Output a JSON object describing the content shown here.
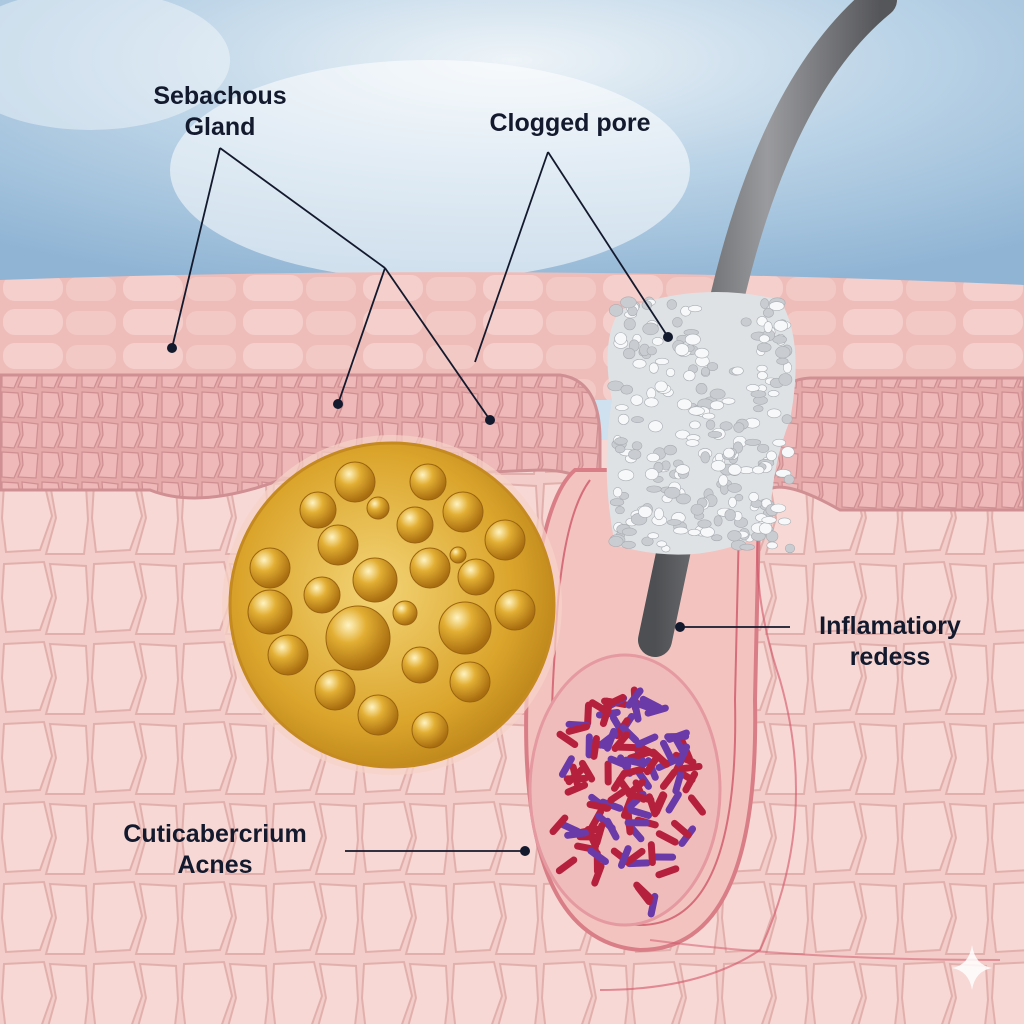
{
  "labels": {
    "sebaceous_gland": [
      "Sebachous",
      "Gland"
    ],
    "clogged_pore": "Clogged pore",
    "inflammatory_redness": [
      "Inflamatiory",
      "redess"
    ],
    "bacteria": [
      "Cuticabercrium",
      "Acnes"
    ]
  },
  "colors": {
    "sky": "#c9dcec",
    "skin_surface": "#f1c4c0",
    "epidermis": "#e9aeae",
    "dermis": "#f4cfcb",
    "gland": "#e3b13a",
    "hair": "#6e6f72",
    "clog": "#e6e8ea",
    "bacteria_red": "#b5213d",
    "bacteria_purple": "#6a3aa8",
    "leader": "#141a2e"
  }
}
